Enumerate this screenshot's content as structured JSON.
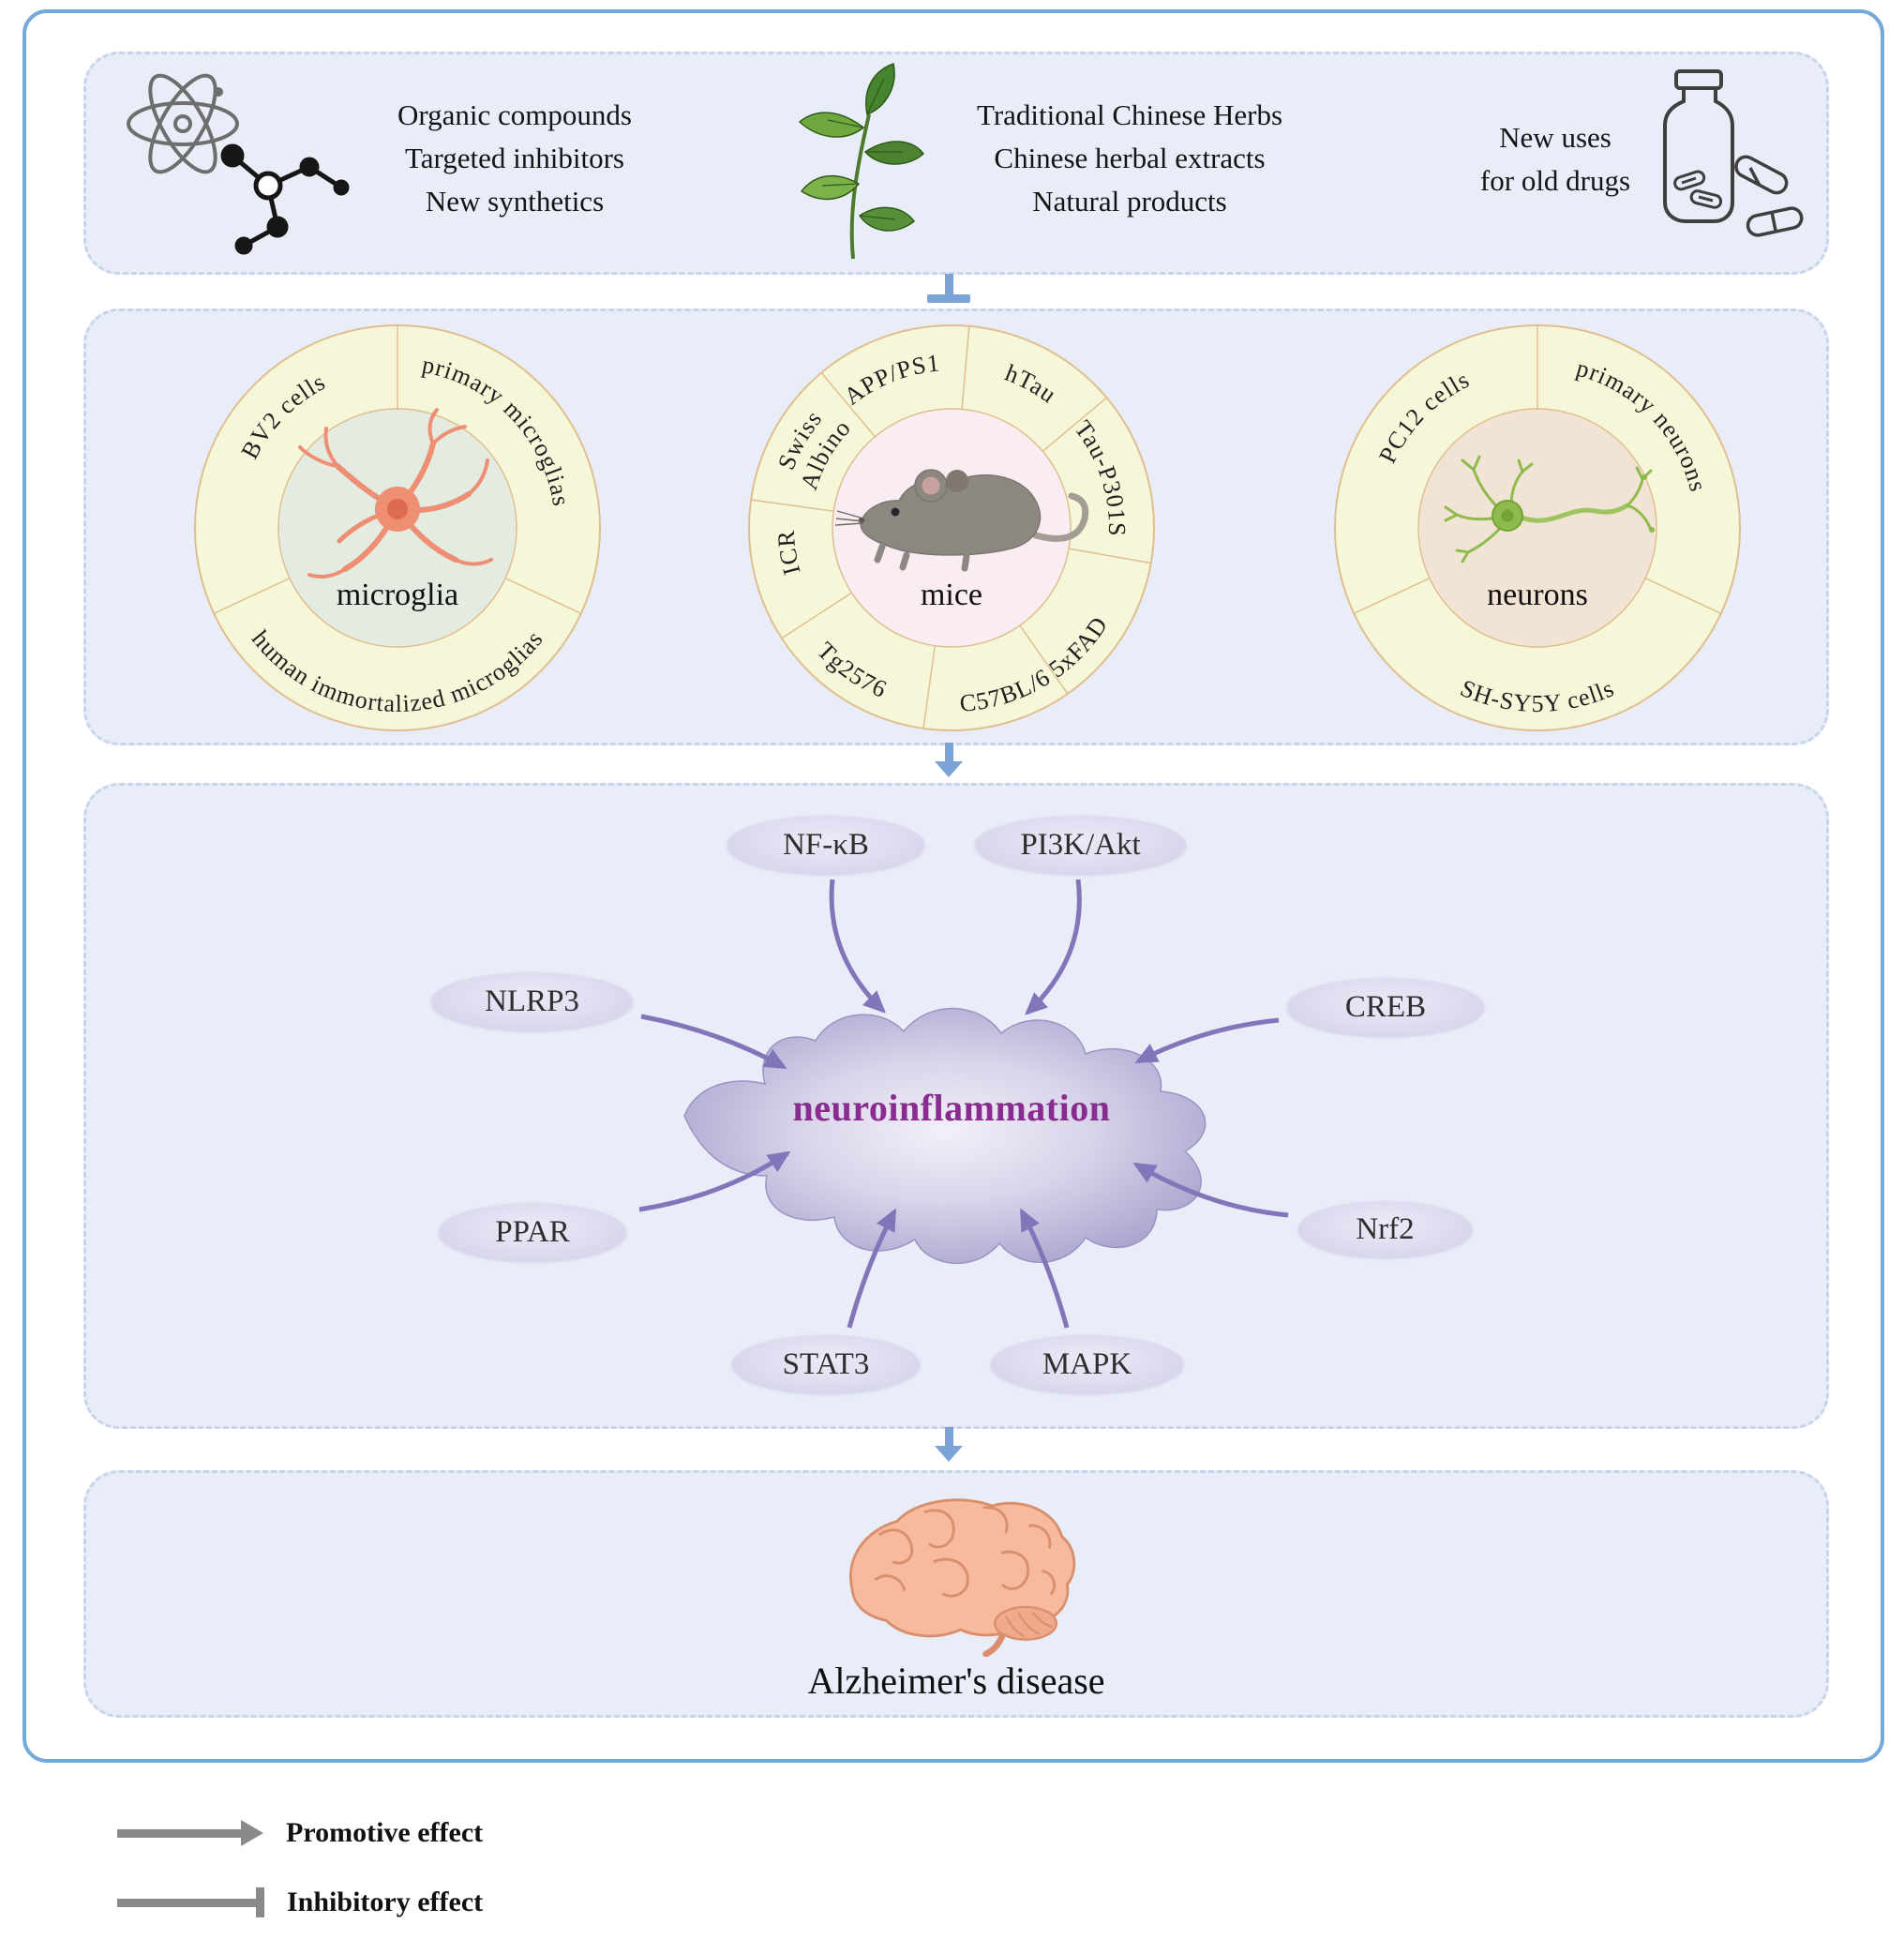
{
  "figure": {
    "panel_sources": {
      "compounds": [
        "Organic compounds",
        "Targeted inhibitors",
        "New synthetics"
      ],
      "herbs": [
        "Traditional Chinese Herbs",
        "Chinese herbal extracts",
        "Natural products"
      ],
      "repurposing": [
        "New uses",
        "for old drugs"
      ]
    },
    "panel_models": {
      "microglia": {
        "center_label": "microglia",
        "ring": [
          "BV2 cells",
          "primary microglias",
          "human immortalized microglias"
        ]
      },
      "mice": {
        "center_label": "mice",
        "ring": [
          "APP/PS1",
          "hTau",
          "Tau-P301S",
          "5xFAD",
          "C57BL/6",
          "Tg2576",
          "ICR"
        ],
        "ring_two_line": [
          "Swiss",
          "Albino"
        ]
      },
      "neurons": {
        "center_label": "neurons",
        "ring": [
          "PC12 cells",
          "primary neurons",
          "SH-SY5Y cells"
        ]
      }
    },
    "panel_pathways": {
      "center_label": "neuroinflammation",
      "nodes": [
        "NF-κB",
        "PI3K/Akt",
        "NLRP3",
        "CREB",
        "PPAR",
        "Nrf2",
        "STAT3",
        "MAPK"
      ]
    },
    "panel_outcome": {
      "label": "Alzheimer's disease"
    },
    "legend": {
      "promotive": "Promotive effect",
      "inhibitory": "Inhibitory effect"
    },
    "colors": {
      "accent_blue": "#74A9DB",
      "panel_bg": "#E9EDF8",
      "ring_bg": "#F6F6D9",
      "badge_bg": "#DBD8EE",
      "arrow_purple": "#8375B9",
      "center_text": "#8A2B8F",
      "legend_gray": "#8A8A8A"
    }
  }
}
